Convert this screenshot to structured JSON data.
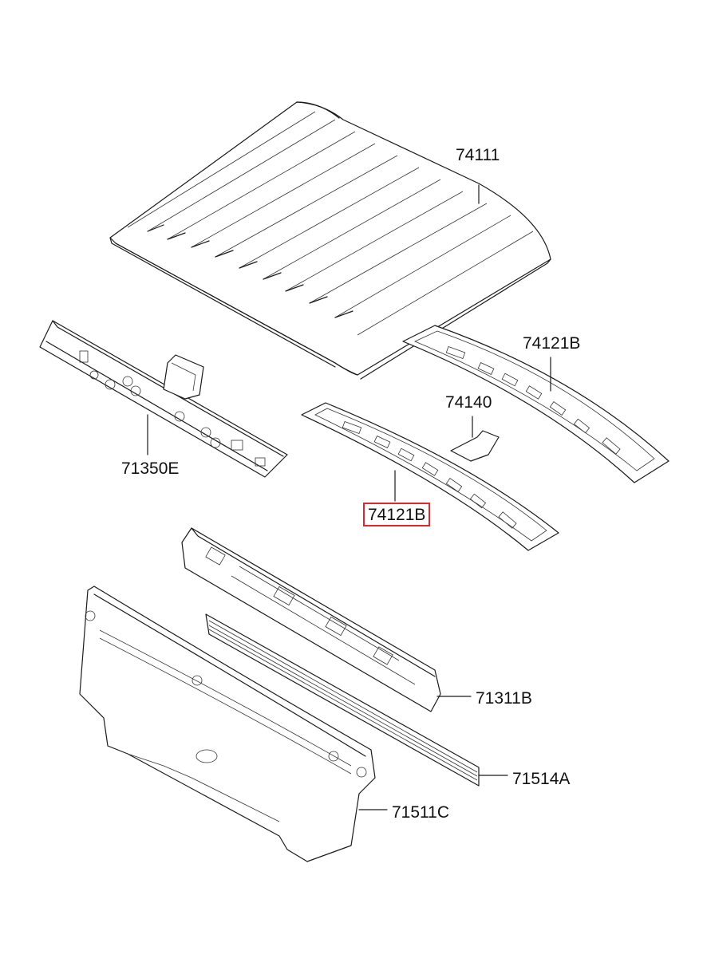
{
  "diagram": {
    "parts": [
      {
        "id": "roof_panel",
        "label": "74111"
      },
      {
        "id": "roof_bow_upper",
        "label": "74121B"
      },
      {
        "id": "bracket",
        "label": "74140"
      },
      {
        "id": "front_header",
        "label": "71350E"
      },
      {
        "id": "roof_bow_lower",
        "label": "74121B",
        "highlighted": true
      },
      {
        "id": "rear_rail",
        "label": "71311B"
      },
      {
        "id": "strip",
        "label": "71514A"
      },
      {
        "id": "back_panel",
        "label": "71511C"
      }
    ],
    "highlight_color": "#e0282a"
  }
}
